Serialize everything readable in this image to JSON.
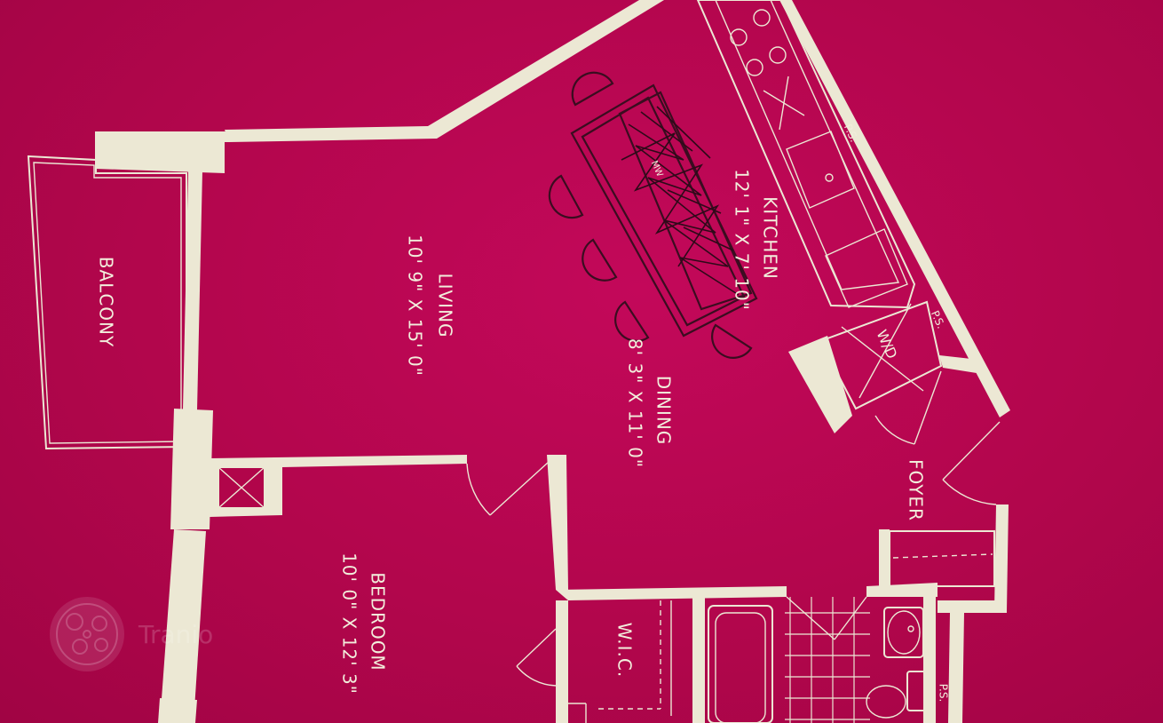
{
  "plan": {
    "rooms": {
      "balcony": {
        "name": "BALCONY"
      },
      "living": {
        "name": "LIVING",
        "size": "10' 9\" X 15' 0\""
      },
      "kitchen": {
        "name": "KITCHEN",
        "size": "12' 1\" X 7' 10\""
      },
      "dining": {
        "name": "DINING",
        "size": "8' 3\" X 11' 0\""
      },
      "foyer": {
        "name": "FOYER"
      },
      "bedroom": {
        "name": "BEDROOM",
        "size": "10' 0\" X 12' 3\""
      },
      "wic": {
        "name": "W.I.C."
      }
    },
    "fixtures": {
      "washer_dryer": "W/D",
      "ps": "P.S.",
      "microwave": "MW"
    }
  },
  "watermark": {
    "brand": "Tranio"
  },
  "colors": {
    "background": "#b1054a",
    "lines": "#ece8d4",
    "ink": "#2d0a19"
  }
}
